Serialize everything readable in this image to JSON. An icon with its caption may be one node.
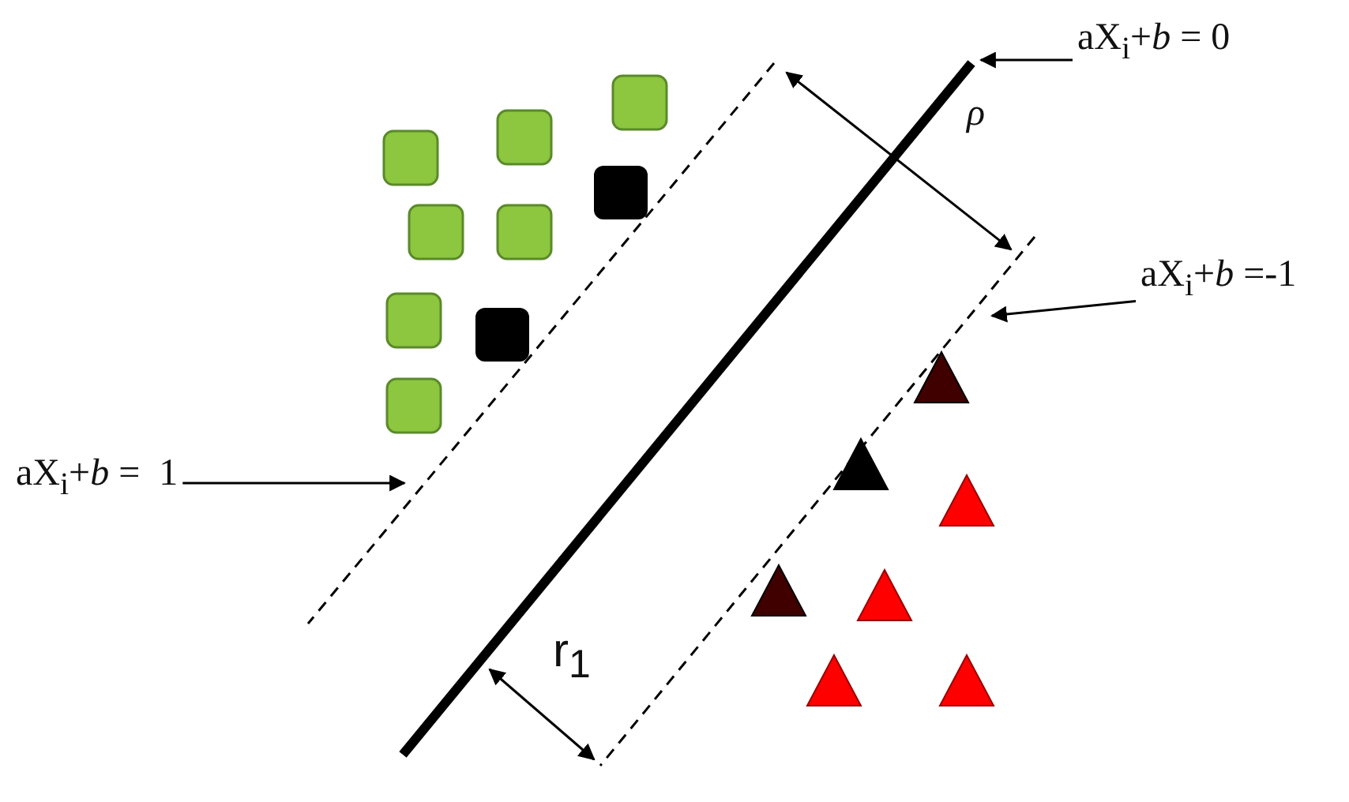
{
  "diagram": {
    "nodes": [
      {
        "text": [],
        "shape": "line"
      },
      {
        "text": [],
        "shape": "line"
      },
      {
        "text": [],
        "shape": "line"
      },
      {
        "text": [
          "aX$_{i}$+*b* = 0"
        ]
      },
      {
        "text": [
          "aX$_{i}$+*b* =-1"
        ]
      },
      {
        "text": [
          "aX$_{i}$+*b* =  1"
        ]
      }
    ],
    "edges": [
      {
        "from": 3,
        "to": 0,
        "arrow": "to"
      },
      {
        "from": 4,
        "to": 2,
        "arrow": "to"
      },
      {
        "from": 5,
        "to": 1,
        "arrow": "to"
      },
      {
        "from": 1,
        "to": 2,
        "arrow": "both",
        "label": "ρ"
      },
      {
        "from": 0,
        "to": 2,
        "arrow": "both",
        "label": "r$_{1}$"
      }
    ]
  }
}
